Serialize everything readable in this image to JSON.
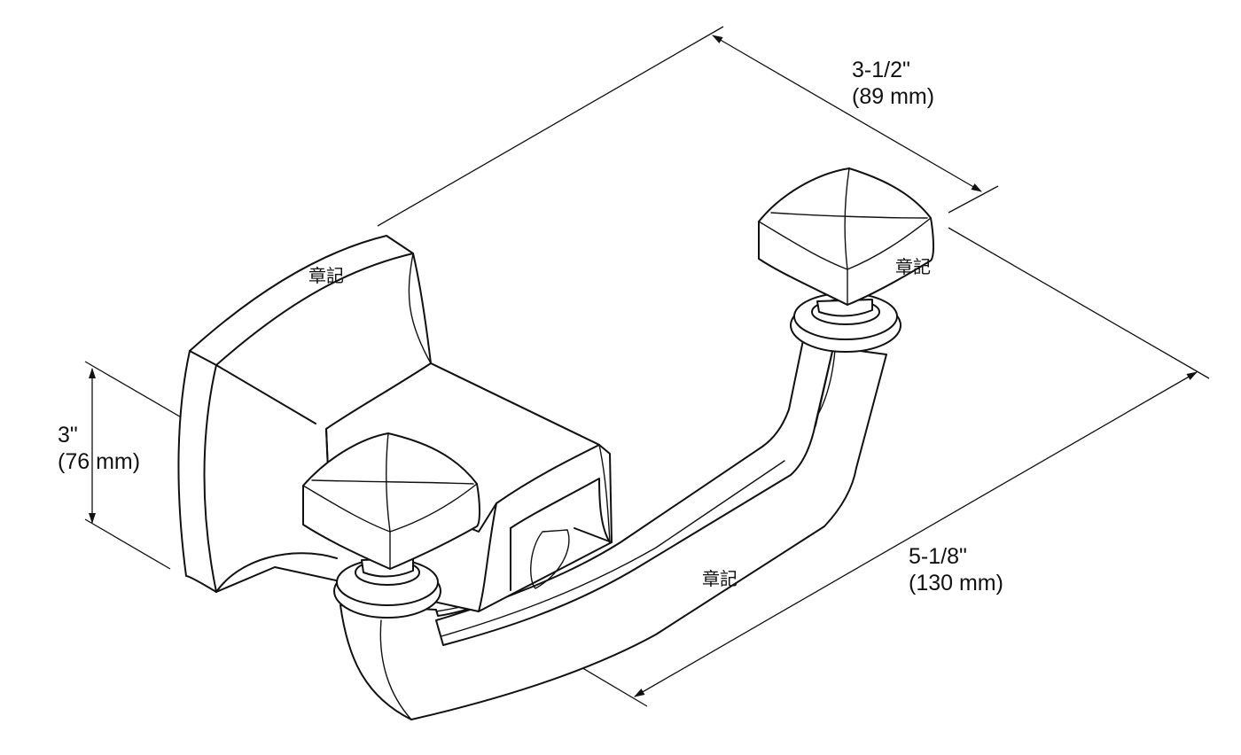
{
  "dimensions": {
    "depth": {
      "imperial": "3-1/2\"",
      "metric": "(89 mm)"
    },
    "height": {
      "imperial": "3\"",
      "metric": "(76 mm)"
    },
    "width": {
      "imperial": "5-1/8\"",
      "metric": "(130 mm)"
    }
  },
  "stamps": [
    "章記",
    "章記",
    "章記"
  ]
}
